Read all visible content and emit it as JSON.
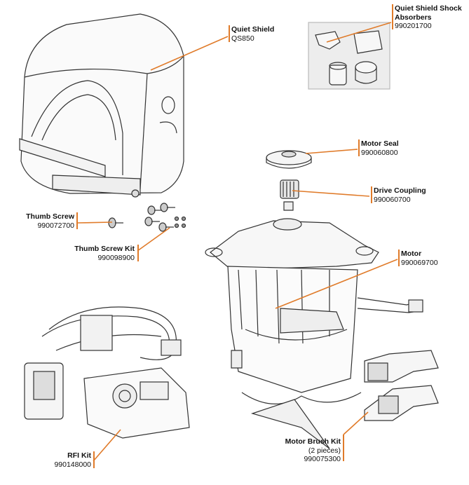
{
  "accent_color": "#e07b2a",
  "callouts": [
    {
      "id": "quiet-shield",
      "title": "Quiet Shield",
      "part": "QS850"
    },
    {
      "id": "shock-absorbers",
      "title_line1": "Quiet Shield Shock",
      "title_line2": "Absorbers",
      "part": "990201700"
    },
    {
      "id": "motor-seal",
      "title": "Motor Seal",
      "part": "990060800"
    },
    {
      "id": "drive-coupling",
      "title": "Drive Coupling",
      "part": "990060700"
    },
    {
      "id": "thumb-screw",
      "title": "Thumb Screw",
      "part": "990072700"
    },
    {
      "id": "thumb-screw-kit",
      "title": "Thumb Screw Kit",
      "part": "990098900"
    },
    {
      "id": "motor",
      "title": "Motor",
      "part": "990069700"
    },
    {
      "id": "rfi-kit",
      "title": "RFI Kit",
      "part": "990148000"
    },
    {
      "id": "motor-brush-kit",
      "title": "Motor Brush Kit",
      "sub": "(2 pieces)",
      "part": "990075300"
    }
  ]
}
